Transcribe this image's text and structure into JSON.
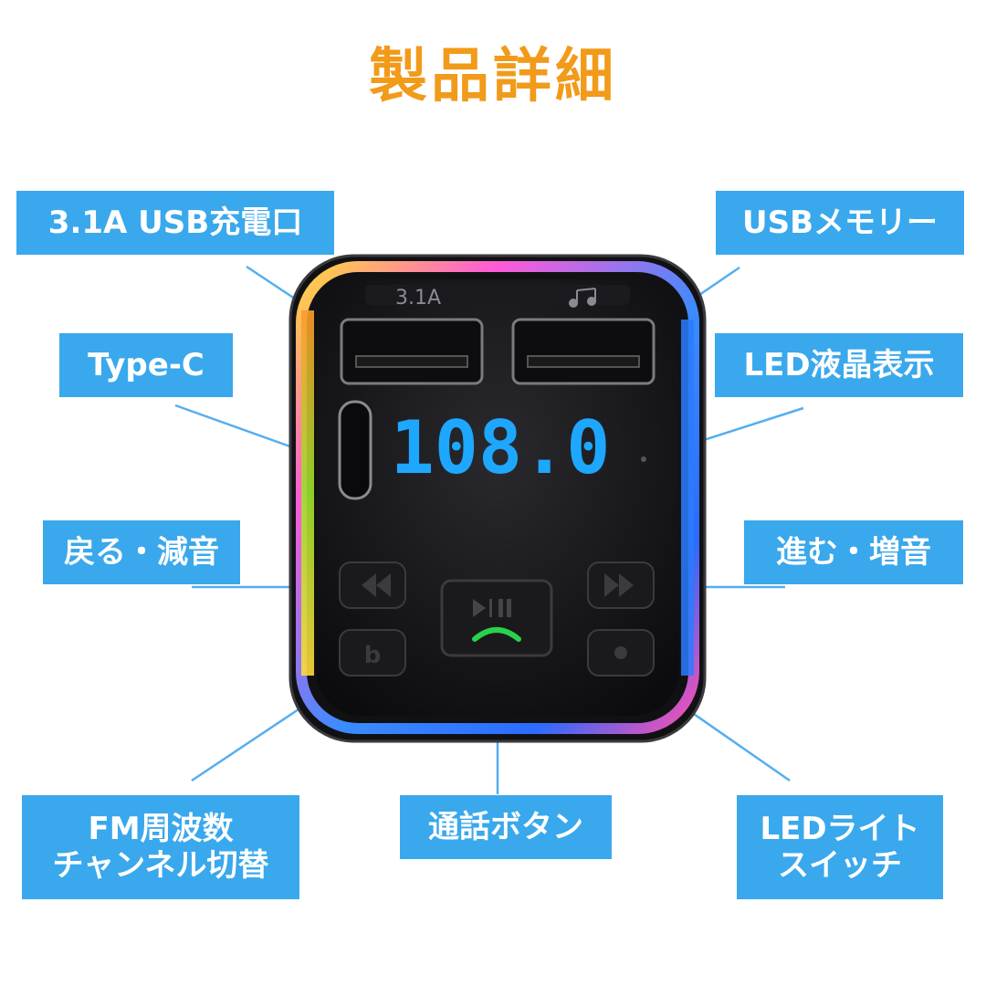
{
  "page": {
    "title": "製品詳細",
    "title_color": "#f29a1a",
    "label_color": "#3aa8ec",
    "line_color": "#55aef0"
  },
  "labels": {
    "usb_charge": "3.1A USB充電口",
    "usb_memory": "USBメモリー",
    "type_c": "Type-C",
    "led_display": "LED液晶表示",
    "back_volume_down": "戻る・減音",
    "forward_volume_up": "進む・増音",
    "fm_channel_line1": "FM周波数",
    "fm_channel_line2": "チャンネル切替",
    "call_button": "通話ボタン",
    "led_light_line1": "LEDライト",
    "led_light_line2": "スイッチ"
  },
  "device": {
    "port_left_text": "3.1A",
    "port_right_icon": "music-note-icon",
    "display_value": "108.0",
    "display_color": "#1ea7ff",
    "play_icon": "play-pause-icon",
    "phone_icon": "phone-icon",
    "phone_icon_color": "#27d34a"
  }
}
